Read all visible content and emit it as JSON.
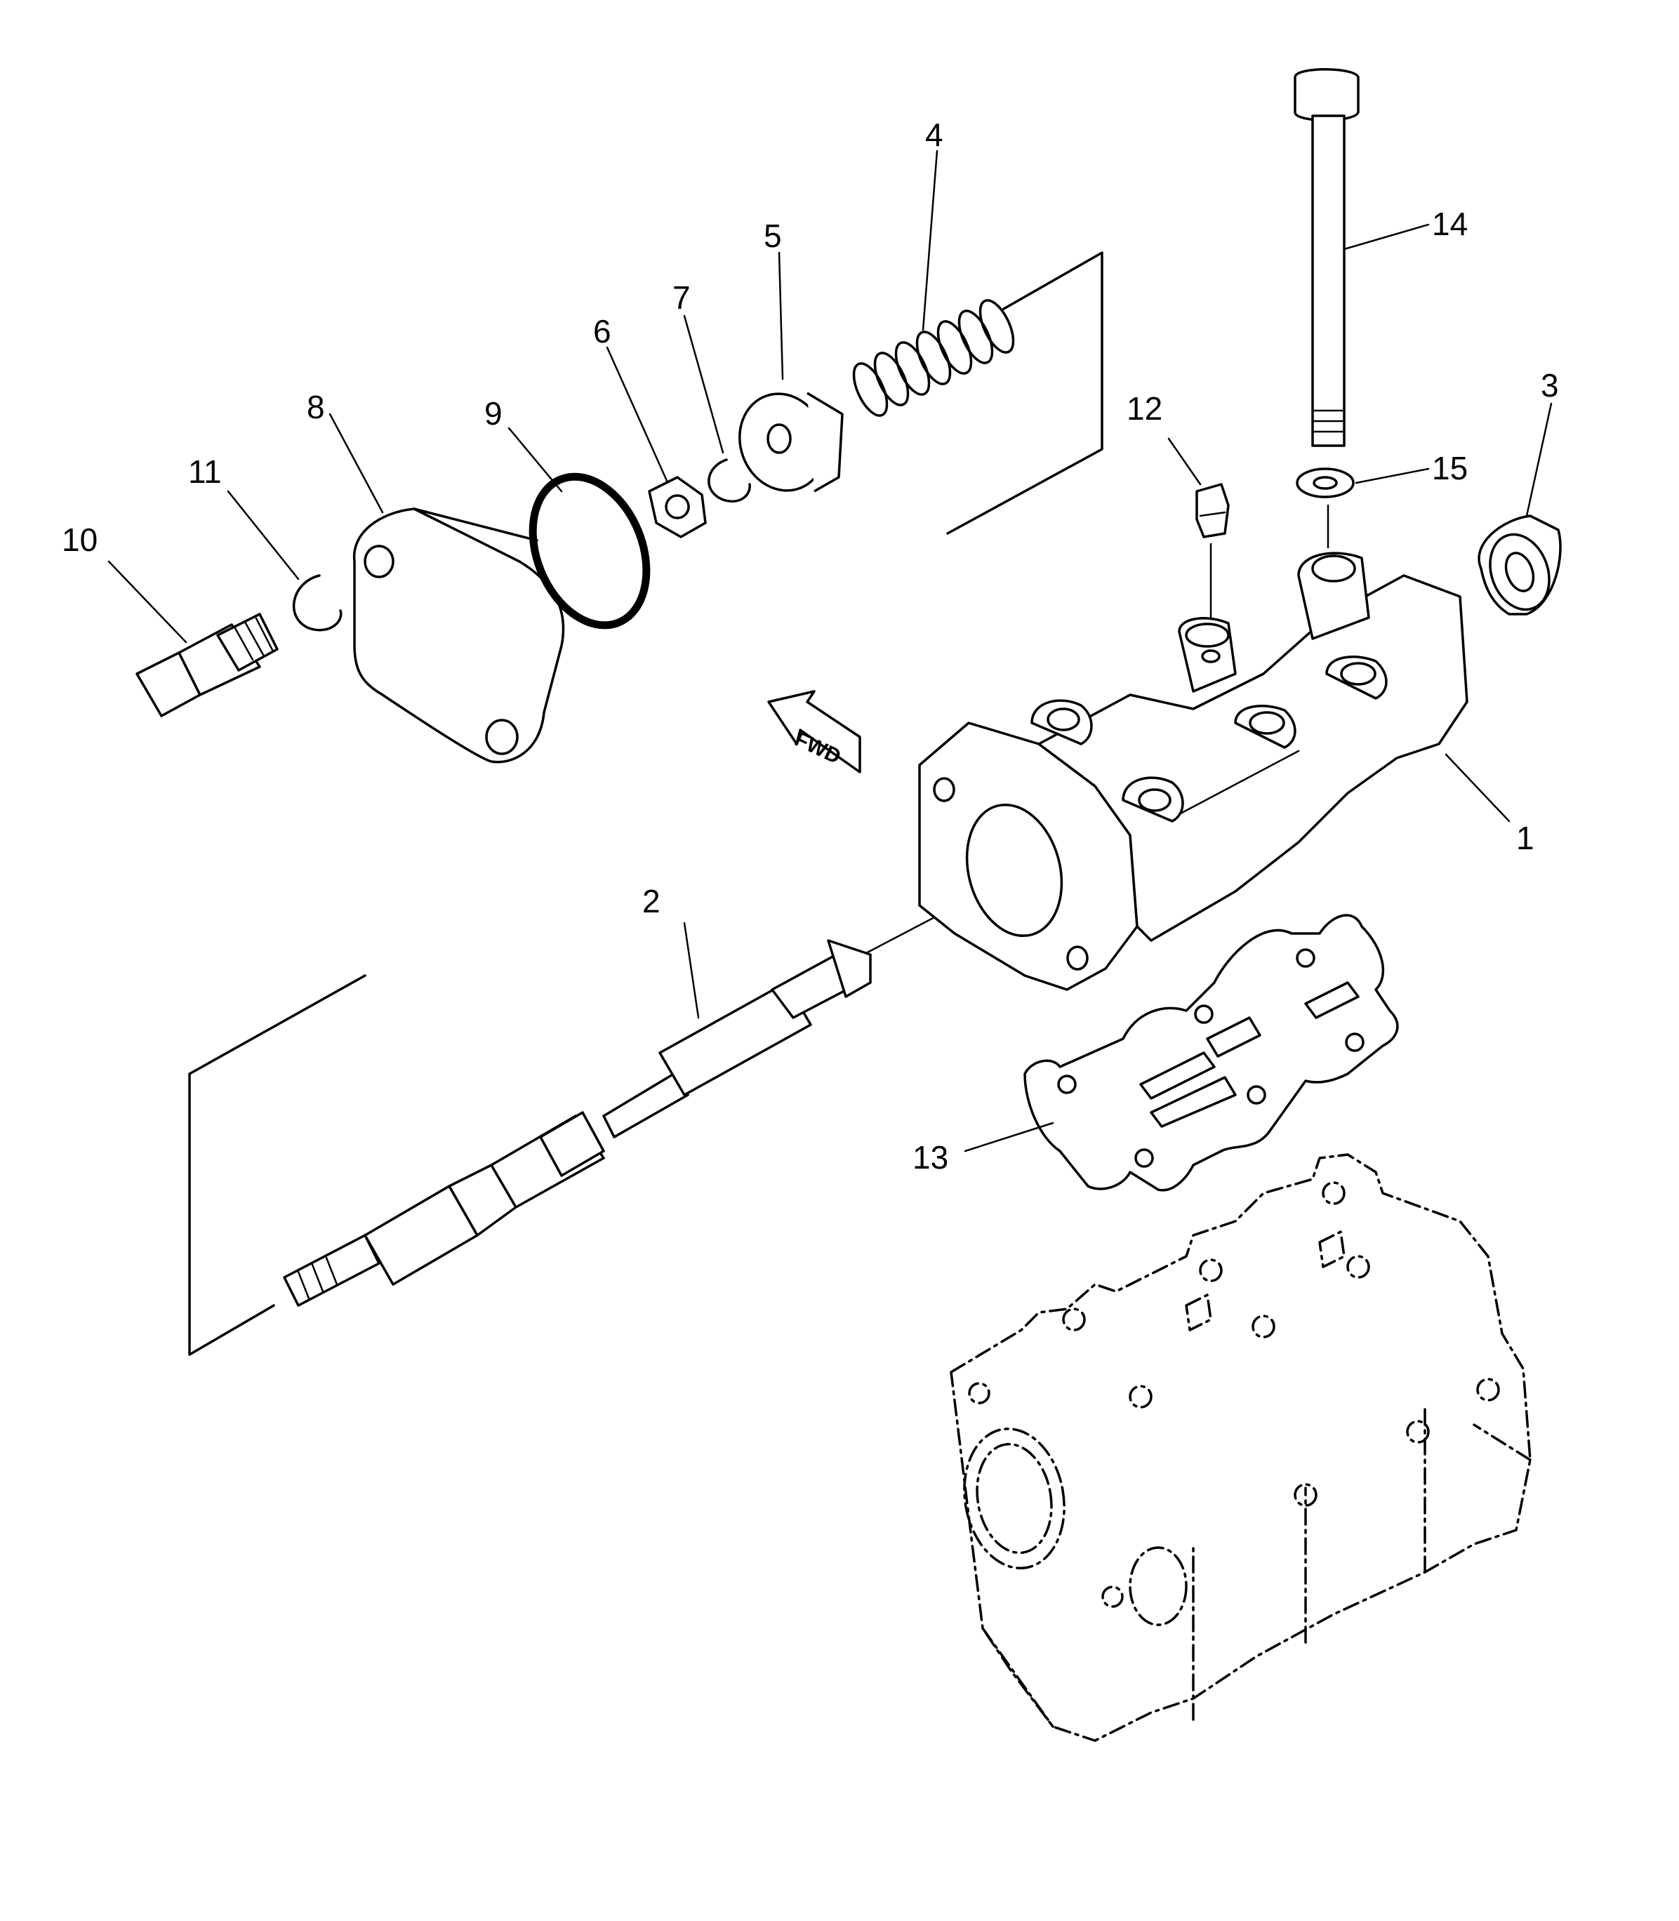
{
  "callouts": [
    {
      "id": "1",
      "text": "1"
    },
    {
      "id": "2",
      "text": "2"
    },
    {
      "id": "3",
      "text": "3"
    },
    {
      "id": "4",
      "text": "4"
    },
    {
      "id": "5",
      "text": "5"
    },
    {
      "id": "6",
      "text": "6"
    },
    {
      "id": "7",
      "text": "7"
    },
    {
      "id": "8",
      "text": "8"
    },
    {
      "id": "9",
      "text": "9"
    },
    {
      "id": "10",
      "text": "10"
    },
    {
      "id": "11",
      "text": "11"
    },
    {
      "id": "12",
      "text": "12"
    },
    {
      "id": "13",
      "text": "13"
    },
    {
      "id": "14",
      "text": "14"
    },
    {
      "id": "15",
      "text": "15"
    }
  ],
  "direction_marker": {
    "text": "FWD"
  }
}
